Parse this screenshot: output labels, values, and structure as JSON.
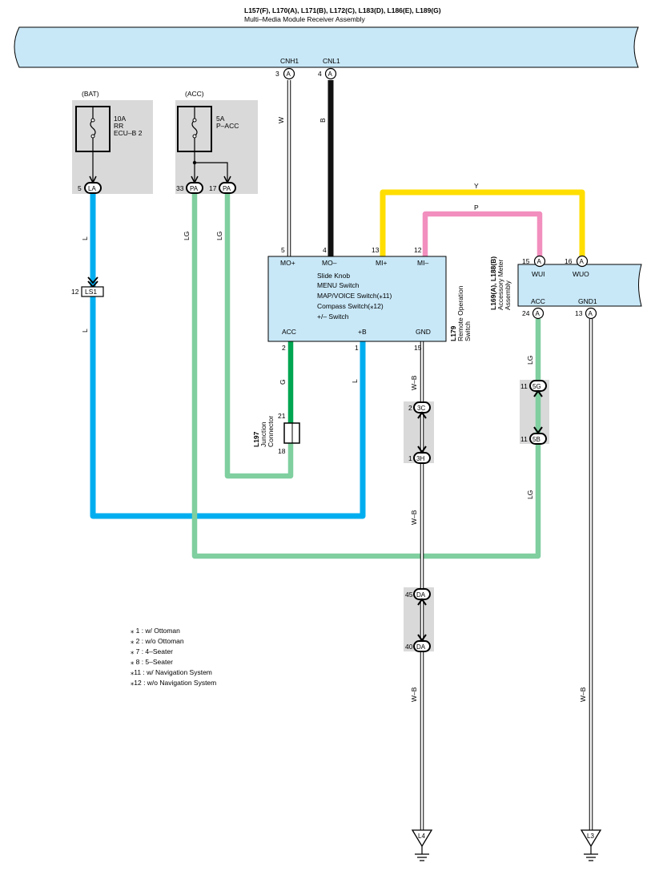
{
  "header": {
    "codes": "L157(F), L170(A), L171(B), L172(C), L183(D), L186(E), L189(G)",
    "name": "Multi–Media Module Receiver Assembly",
    "pins": [
      {
        "num": "3",
        "conn": "A",
        "name": "CNH1",
        "wire": "W"
      },
      {
        "num": "4",
        "conn": "A",
        "name": "CNL1",
        "wire": "B"
      }
    ]
  },
  "fuses": [
    {
      "source": "(BAT)",
      "rating": "10A",
      "line1": "RR",
      "line2": "ECU–B 2"
    },
    {
      "source": "(ACC)",
      "rating": "5A",
      "line1": "P–ACC",
      "line2": ""
    }
  ],
  "connectors": {
    "la": {
      "pin": "5",
      "label": "LA"
    },
    "pa1": {
      "pin": "33",
      "label": "PA"
    },
    "pa2": {
      "pin": "17",
      "label": "PA"
    },
    "ls1": {
      "pin": "12",
      "label": "LS1"
    },
    "c3c": {
      "pin": "2",
      "label": "3C"
    },
    "c3h": {
      "pin": "1",
      "label": "3H"
    },
    "da1": {
      "pin": "45",
      "label": "DA"
    },
    "da2": {
      "pin": "40",
      "label": "DA"
    },
    "c5g": {
      "pin": "11",
      "label": "5G"
    },
    "c5b": {
      "pin": "11",
      "label": "5B"
    }
  },
  "wires": {
    "la_lower": "L",
    "la_upper": "L",
    "pa1": "LG",
    "pa2": "LG",
    "acc_g": "G",
    "plus_b": "L",
    "yellow": "Y",
    "pink": "P",
    "gnd_1": "W–B",
    "gnd_2": "W–B",
    "gnd_3": "W–B",
    "meter_upper": "LG",
    "meter_lower": "LG",
    "meter_gnd": "W–B"
  },
  "switch_box": {
    "code": "L179",
    "name_line1": "Remote Operation",
    "name_line2": "Switch",
    "top_pins": [
      {
        "num": "5",
        "name": "MO+"
      },
      {
        "num": "4",
        "name": "MO–"
      },
      {
        "num": "13",
        "name": "MI+"
      },
      {
        "num": "12",
        "name": "MI–"
      }
    ],
    "bottom_pins": [
      {
        "num": "2",
        "name": "ACC"
      },
      {
        "num": "1",
        "name": "+B"
      },
      {
        "num": "15",
        "name": "GND"
      }
    ],
    "items": [
      "Slide Knob",
      "MENU Switch",
      "MAP/VOICE Switch(⁎11)",
      "Compass Switch(⁎12)",
      "+/– Switch"
    ]
  },
  "junction": {
    "code": "L197",
    "line1": "Junction",
    "line2": "Connector",
    "pin_top": "21",
    "pin_bottom": "18"
  },
  "meter": {
    "code": "L169(A), L188(B)",
    "line1": "Accessory Meter",
    "line2": "Assembly",
    "top_pins": [
      {
        "num": "15",
        "conn": "A",
        "name": "WUI"
      },
      {
        "num": "16",
        "conn": "A",
        "name": "WUO"
      }
    ],
    "bottom_pins": [
      {
        "num": "24",
        "conn": "A",
        "name": "ACC"
      },
      {
        "num": "13",
        "conn": "A",
        "name": "GND1"
      }
    ]
  },
  "grounds": [
    "L4",
    "L3"
  ],
  "notes": [
    "⁎ 1 : w/ Ottoman",
    "⁎ 2 : w/o Ottoman",
    "⁎ 7 : 4–Seater",
    "⁎ 8 : 5–Seater",
    "⁎11 : w/ Navigation System",
    "⁎12 : w/o Navigation System"
  ],
  "colors": {
    "component_fill": "#c8e8f8",
    "shade": "#d9d9d9",
    "blue_wire": "#00aeef",
    "lightgreen_wire": "#7fcf9f",
    "green_wire": "#00a651",
    "yellow_wire": "#ffde00",
    "pink_wire": "#f28fbe",
    "black_wire": "#111111"
  }
}
